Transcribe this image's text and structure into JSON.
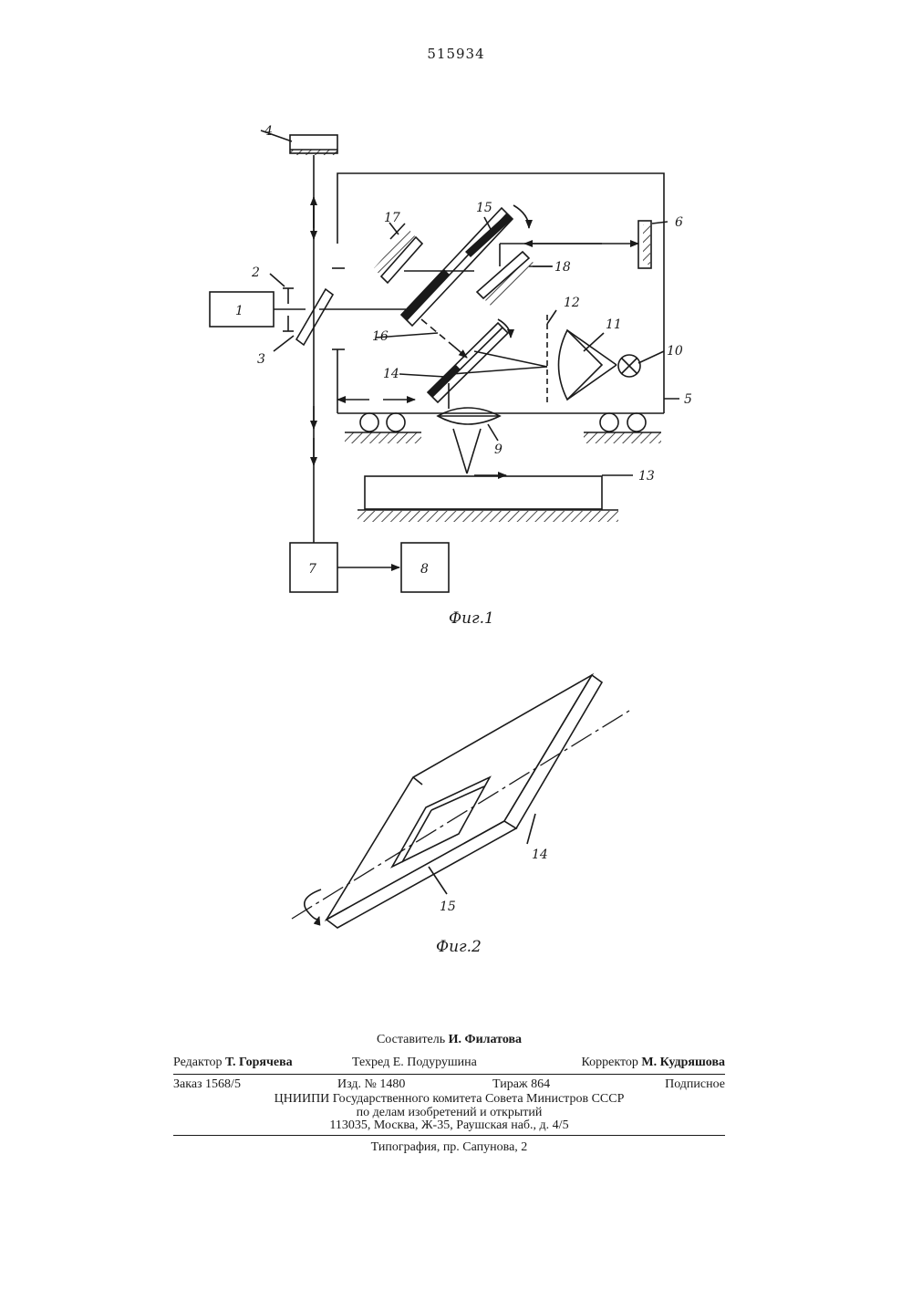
{
  "document": {
    "patent_number": "515934"
  },
  "figure1": {
    "caption": "Фиг.1",
    "labels": {
      "l1": "1",
      "l2": "2",
      "l3": "3",
      "l4": "4",
      "l5": "5",
      "l6": "6",
      "l7": "7",
      "l8": "8",
      "l9": "9",
      "l10": "10",
      "l11": "11",
      "l12": "12",
      "l13": "13",
      "l14": "14",
      "l15": "15",
      "l16": "16",
      "l17": "17",
      "l18": "18"
    }
  },
  "figure2": {
    "caption": "Фиг.2",
    "labels": {
      "l14": "14",
      "l15": "15"
    }
  },
  "imprint": {
    "compiler": {
      "role": "Составитель",
      "name": "И. Филатова"
    },
    "editor": {
      "role": "Редактор",
      "name": "Т. Горячева"
    },
    "tech_editor": {
      "role": "Техред",
      "name": "Е. Подурушина"
    },
    "proofreader": {
      "role": "Корректор",
      "name": "М. Кудряшова"
    },
    "order": "Заказ 1568/5",
    "edition": "Изд. № 1480",
    "print_run": "Тираж 864",
    "subscription": "Подписное",
    "org_line1": "ЦНИИПИ Государственного комитета Совета Министров СССР",
    "org_line2": "по делам изобретений и открытий",
    "address": "113035, Москва, Ж-35, Раушская наб., д. 4/5",
    "printing_house": "Типография, пр. Сапунова, 2"
  }
}
